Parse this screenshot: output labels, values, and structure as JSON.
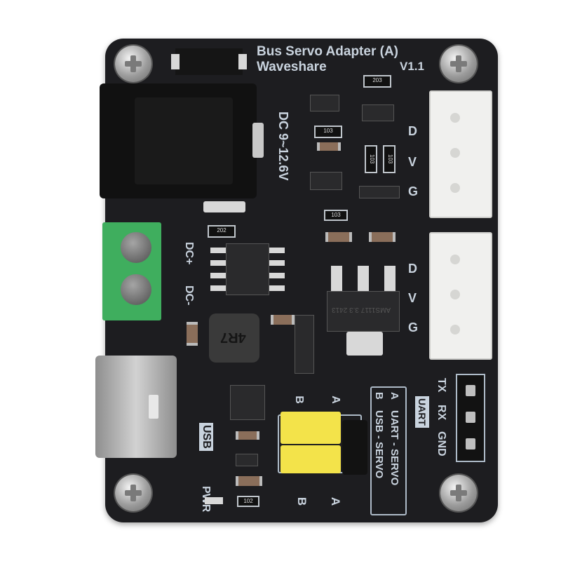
{
  "product": {
    "title": "Bus Servo Adapter (A)",
    "brand": "Waveshare",
    "version": "V1.1"
  },
  "silkscreen": {
    "dc_input": "DC 9~12.6V",
    "terminal_plus": "DC+",
    "terminal_minus": "DC-",
    "servo_port_1": [
      "D",
      "V",
      "G"
    ],
    "servo_port_2": [
      "D",
      "V",
      "G"
    ],
    "uart_pins": [
      "TX",
      "RX",
      "GND"
    ],
    "uart_label": "UART",
    "mode_a": "A",
    "mode_a_desc": "UART - SERVO",
    "mode_b": "B",
    "mode_b_desc": "USB - SERVO",
    "usb_label": "USB",
    "pwr_label": "PWR",
    "jumper_a": "A",
    "jumper_b": "B",
    "jumper_top_a": "A",
    "jumper_top_b": "B"
  },
  "components": {
    "regulator": "AMS1117 3.3 2413",
    "inductor": "4R7",
    "res_202_top": "203",
    "res_103_a": "103",
    "res_103_b": "103",
    "res_103_c": "103",
    "res_202": "202",
    "res_102": "102",
    "res_103_d": "103"
  },
  "colors": {
    "pcb": "#1d1d20",
    "silk": "#c9d3de",
    "terminal": "#3fae5e",
    "jumper": "#f3e34a",
    "connector": "#f0f0ee"
  }
}
